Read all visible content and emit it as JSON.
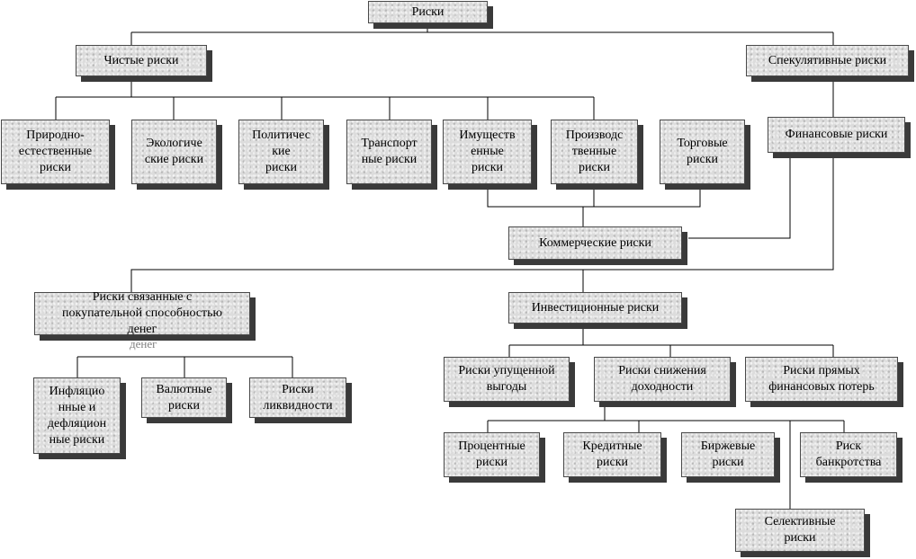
{
  "nodes": {
    "root": "Риски",
    "pure": "Чистые риски",
    "spec": "Спекулятивные риски",
    "natural": "Природно-\nестественные\nриски",
    "ecol": "Экологиче\nские риски",
    "polit": "Политичес\nкие\nриски",
    "transp": "Транспорт\nные риски",
    "prop": "Имуществ\nенные\nриски",
    "prod": "Производс\nтвенные\nриски",
    "trade": "Торговые\nриски",
    "fin": "Финансовые риски",
    "comm": "Коммерческие риски",
    "purch": "Риски связанные с\nпокупательной способностью\nденег",
    "invest": "Инвестиционные риски",
    "infl": "Инфляцио\nнные и\nдефляцион\nные риски",
    "curr": "Валютные\nриски",
    "liq": "Риски\nликвидности",
    "lost": "Риски упущенной\nвыгоды",
    "decr": "Риски снижения\nдоходности",
    "direct": "Риски прямых\nфинансовых потерь",
    "interest": "Процентные\nриски",
    "credit": "Кредитные\nриски",
    "exch": "Биржевые\nриски",
    "bankr": "Риск\nбанкротства",
    "select": "Селективные\nриски"
  },
  "ghost_text": "денег"
}
